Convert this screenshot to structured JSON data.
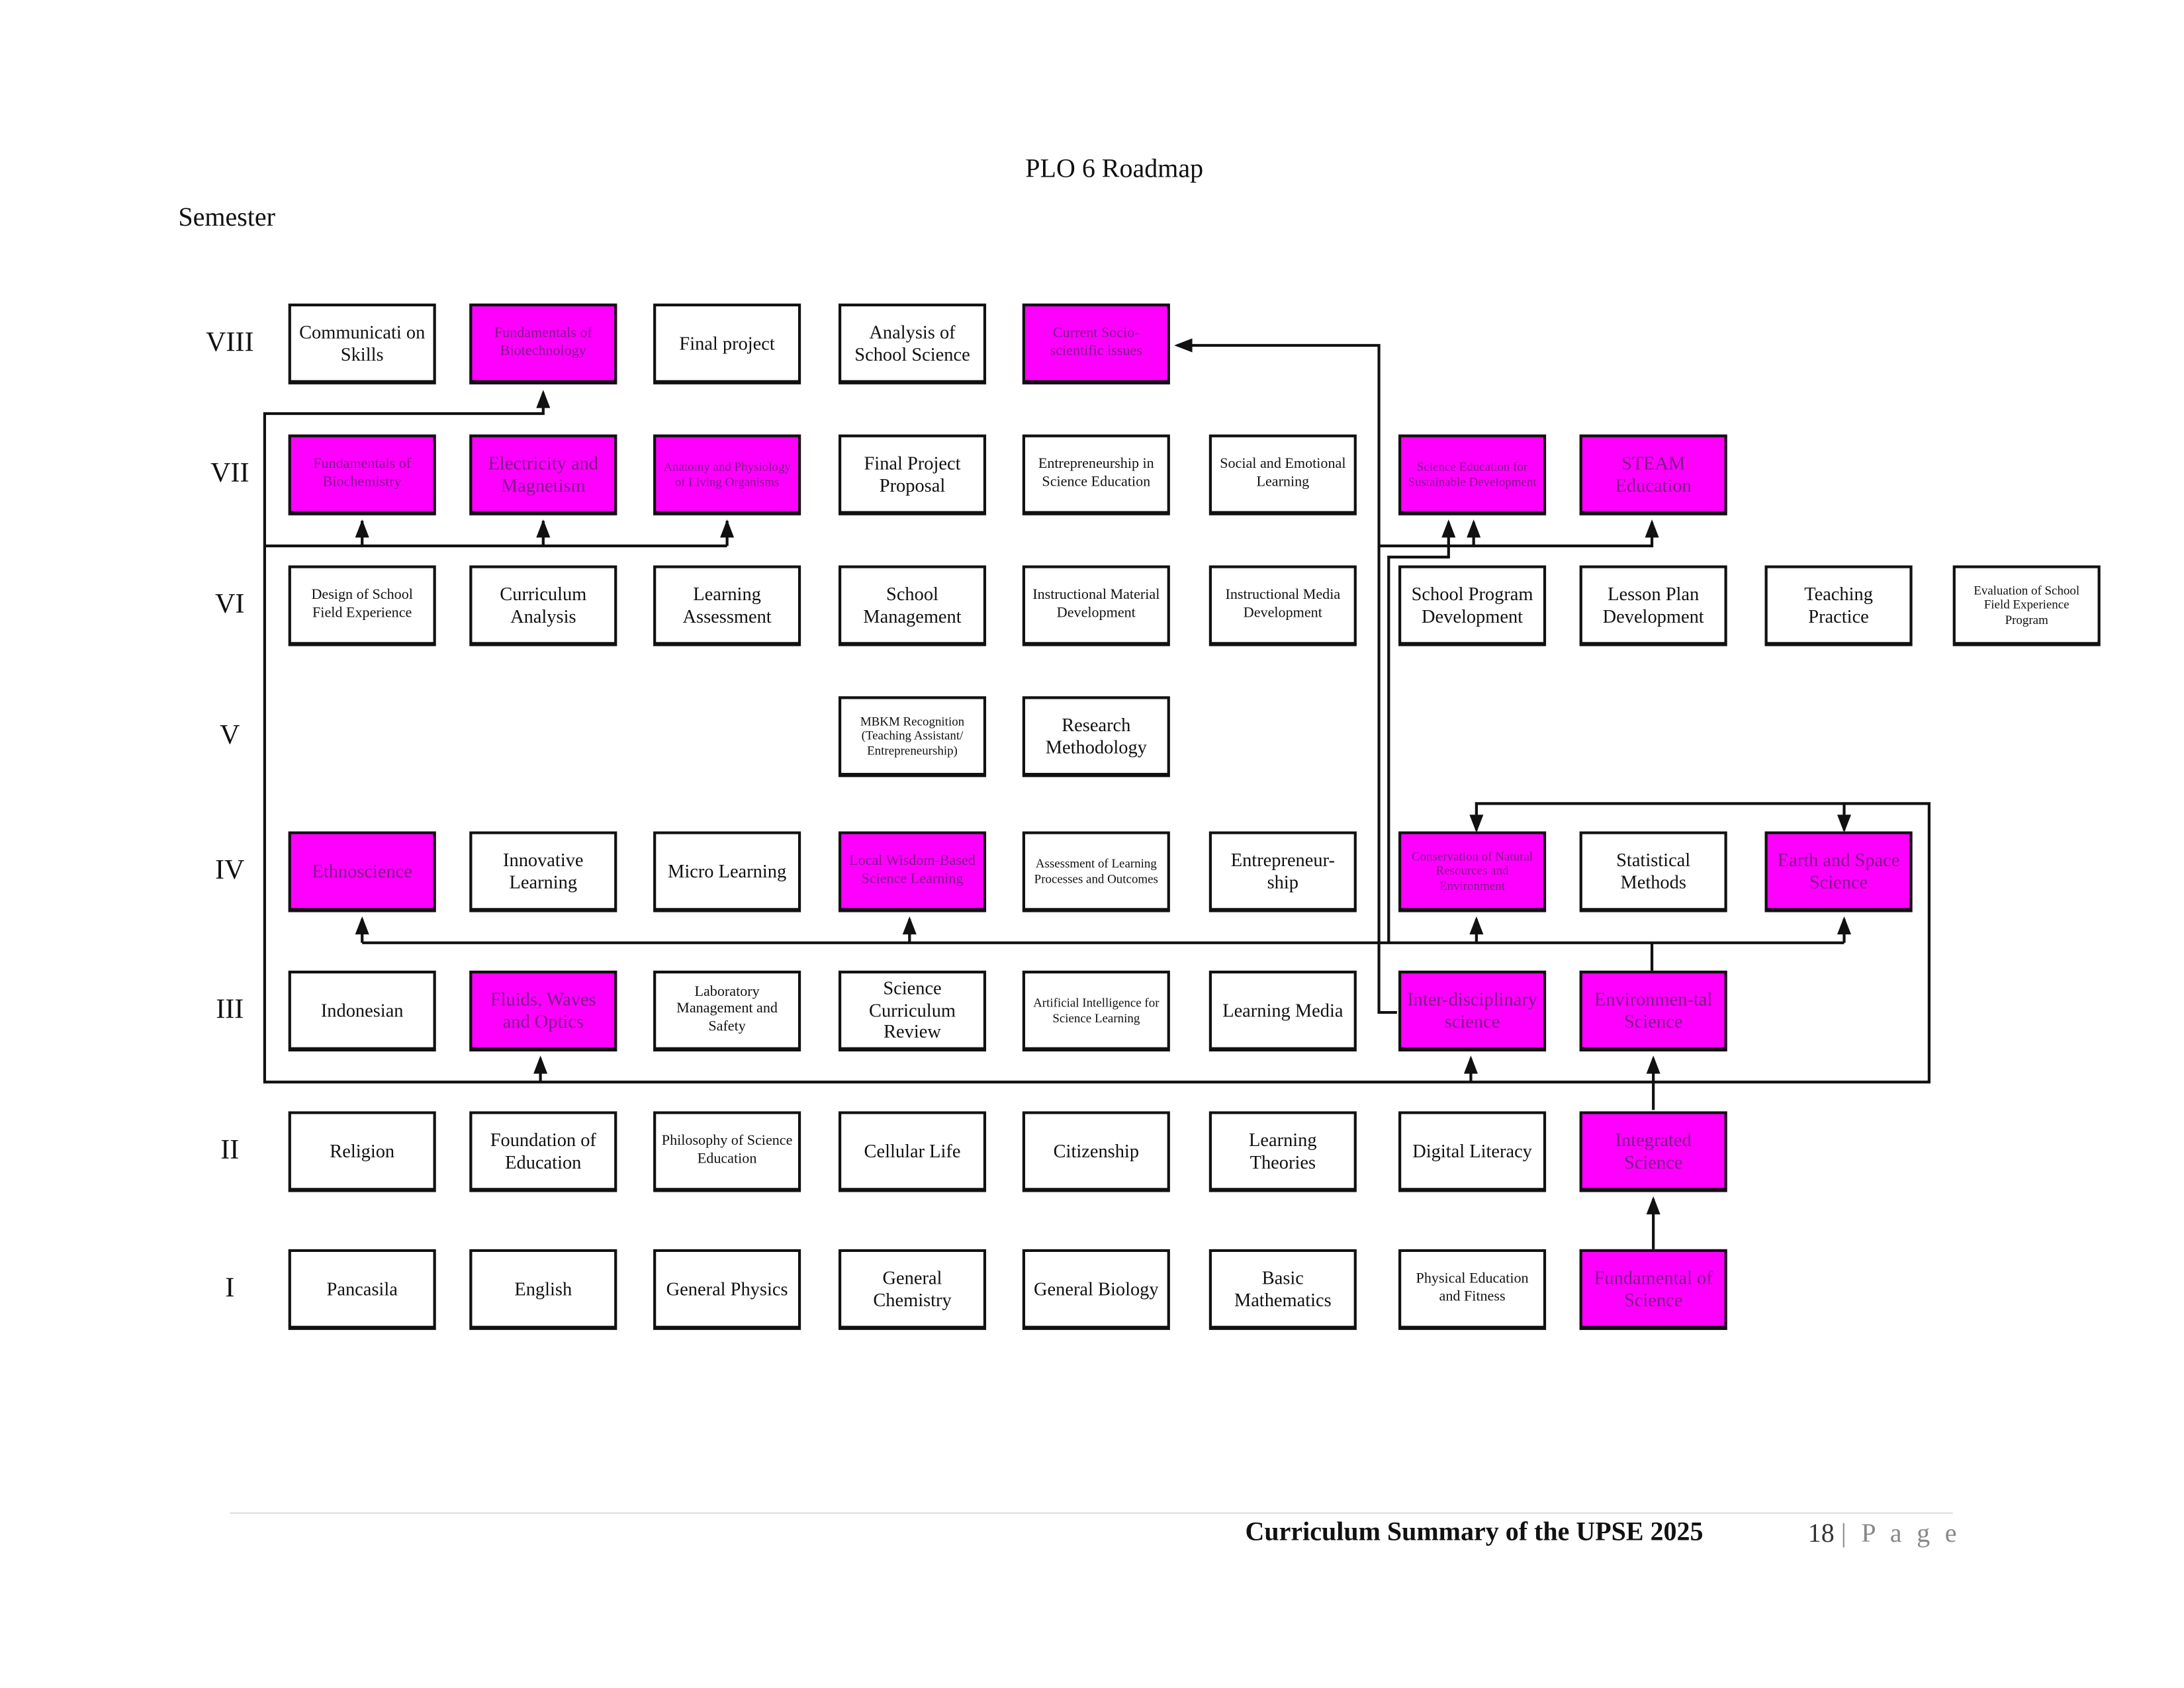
{
  "title": "PLO 6 Roadmap",
  "axis_label": "Semester",
  "highlight_color": "#ff00ff",
  "rows": [
    {
      "label": "VIII",
      "courses": [
        {
          "name": "Communicati on Skills",
          "hl": false
        },
        {
          "name": "Fundamentals of Biotechnology",
          "hl": true
        },
        {
          "name": "Final project",
          "hl": false
        },
        {
          "name": "Analysis of School Science",
          "hl": false
        },
        {
          "name": "Current Socio-scientific issues",
          "hl": true
        }
      ]
    },
    {
      "label": "VII",
      "courses": [
        {
          "name": "Fundamentals of Biochemistry",
          "hl": true
        },
        {
          "name": "Electricity and Magnetism",
          "hl": true
        },
        {
          "name": "Anatomy and Physiology of Living Organisms",
          "hl": true
        },
        {
          "name": "Final Project Proposal",
          "hl": false
        },
        {
          "name": "Entrepreneurship in Science Education",
          "hl": false
        },
        {
          "name": "Social and Emotional Learning",
          "hl": false
        },
        {
          "name": "Science Education for Sustainable Development",
          "hl": true
        },
        {
          "name": "STEAM Education",
          "hl": true
        }
      ]
    },
    {
      "label": "VI",
      "courses": [
        {
          "name": "Design of School Field Experience",
          "hl": false
        },
        {
          "name": "Curriculum Analysis",
          "hl": false
        },
        {
          "name": "Learning Assessment",
          "hl": false
        },
        {
          "name": "School Management",
          "hl": false
        },
        {
          "name": "Instructional Material Development",
          "hl": false
        },
        {
          "name": "Instructional Media Development",
          "hl": false
        },
        {
          "name": "School Program Development",
          "hl": false
        },
        {
          "name": "Lesson Plan Development",
          "hl": false
        },
        {
          "name": "Teaching Practice",
          "hl": false
        },
        {
          "name": "Evaluation of School Field Experience Program",
          "hl": false
        }
      ]
    },
    {
      "label": "V",
      "courses": [
        {
          "name": "MBKM Recognition (Teaching Assistant/ Entrepreneurship)",
          "hl": false
        },
        {
          "name": "Research Methodology",
          "hl": false
        }
      ]
    },
    {
      "label": "IV",
      "courses": [
        {
          "name": "Ethnoscience",
          "hl": true
        },
        {
          "name": "Innovative Learning",
          "hl": false
        },
        {
          "name": "Micro Learning",
          "hl": false
        },
        {
          "name": "Local Wisdom-Based Science Learning",
          "hl": true
        },
        {
          "name": "Assessment of Learning Processes and Outcomes",
          "hl": false
        },
        {
          "name": "Entrepreneur-ship",
          "hl": false
        },
        {
          "name": "Conservation of Natural Resources and Environment",
          "hl": true
        },
        {
          "name": "Statistical Methods",
          "hl": false
        },
        {
          "name": "Earth and Space Science",
          "hl": true
        }
      ]
    },
    {
      "label": "III",
      "courses": [
        {
          "name": "Indonesian",
          "hl": false
        },
        {
          "name": "Fluids, Waves and Optics",
          "hl": true
        },
        {
          "name": "Laboratory Management and Safety",
          "hl": false
        },
        {
          "name": "Science Curriculum Review",
          "hl": false
        },
        {
          "name": "Artificial Intelligence for Science Learning",
          "hl": false
        },
        {
          "name": "Learning Media",
          "hl": false
        },
        {
          "name": "Inter-disciplinary science",
          "hl": true
        },
        {
          "name": "Environmen-tal Science",
          "hl": true
        }
      ]
    },
    {
      "label": "II",
      "courses": [
        {
          "name": "Religion",
          "hl": false
        },
        {
          "name": "Foundation of Education",
          "hl": false
        },
        {
          "name": "Philosophy of Science Education",
          "hl": false
        },
        {
          "name": "Cellular Life",
          "hl": false
        },
        {
          "name": "Citizenship",
          "hl": false
        },
        {
          "name": "Learning Theories",
          "hl": false
        },
        {
          "name": "Digital Literacy",
          "hl": false
        },
        {
          "name": "Integrated Science",
          "hl": true
        }
      ]
    },
    {
      "label": "I",
      "courses": [
        {
          "name": "Pancasila",
          "hl": false
        },
        {
          "name": "English",
          "hl": false
        },
        {
          "name": "General Physics",
          "hl": false
        },
        {
          "name": "General Chemistry",
          "hl": false
        },
        {
          "name": "General Biology",
          "hl": false
        },
        {
          "name": "Basic Mathematics",
          "hl": false
        },
        {
          "name": "Physical Education and Fitness",
          "hl": false
        },
        {
          "name": "Fundamental of Science",
          "hl": true
        }
      ]
    }
  ],
  "footer": {
    "text": "Curriculum Summary of the UPSE 2025",
    "page_number": "18",
    "page_label": "| P a g e"
  }
}
